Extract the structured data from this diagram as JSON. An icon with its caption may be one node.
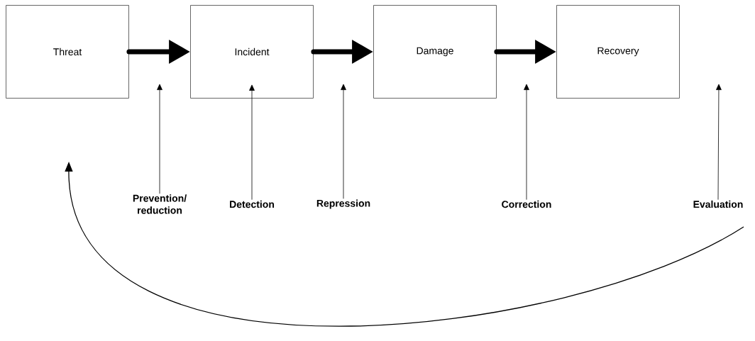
{
  "diagram": {
    "nodes": [
      {
        "text": [
          "Threat"
        ]
      },
      {
        "text": [
          "Incident"
        ]
      },
      {
        "text": [
          "Damage"
        ]
      },
      {
        "text": [
          "Recovery"
        ]
      },
      {
        "text": [
          "Prevention/ reduction"
        ]
      },
      {
        "text": [
          "Detection"
        ]
      },
      {
        "text": [
          "Repression"
        ]
      },
      {
        "text": [
          "Correction"
        ]
      },
      {
        "text": [
          "Evaluation"
        ]
      }
    ],
    "edges": [
      {
        "from": 0,
        "to": 1,
        "arrow": "to",
        "style": "thick"
      },
      {
        "from": 1,
        "to": 2,
        "arrow": "to",
        "style": "thick"
      },
      {
        "from": 2,
        "to": 3,
        "arrow": "to",
        "style": "thick"
      },
      {
        "from": 4,
        "to": null,
        "arrow": "to"
      },
      {
        "from": 5,
        "to": 1,
        "arrow": "to"
      },
      {
        "from": 6,
        "to": null,
        "arrow": "to"
      },
      {
        "from": 7,
        "to": null,
        "arrow": "to"
      },
      {
        "from": 8,
        "to": null,
        "arrow": "to"
      },
      {
        "from": 8,
        "to": null,
        "arrow": "to"
      }
    ]
  }
}
